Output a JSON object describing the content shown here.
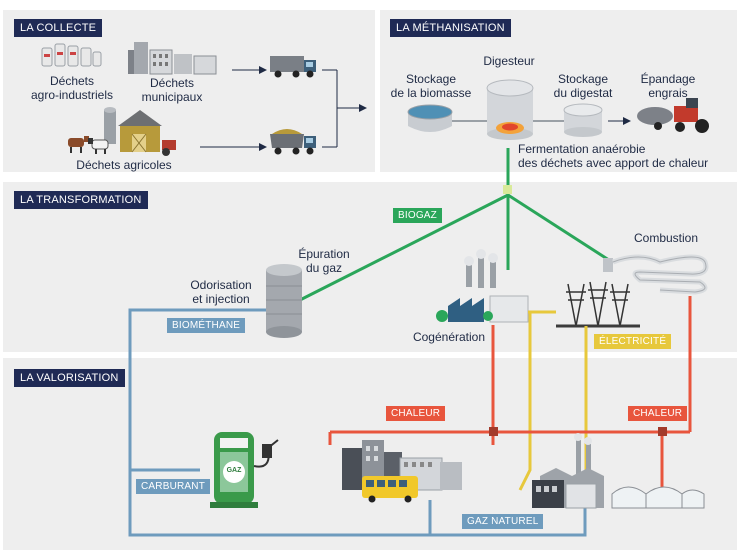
{
  "sections": {
    "collecte": "LA COLLECTE",
    "methanisation": "LA MÉTHANISATION",
    "transformation": "LA TRANSFORMATION",
    "valorisation": "LA VALORISATION"
  },
  "collecte": {
    "agro": "Déchets\nagro-industriels",
    "municipaux": "Déchets\nmunicipaux",
    "agricoles": "Déchets agricoles"
  },
  "methanisation": {
    "stockage_biomasse": "Stockage\nde la biomasse",
    "digesteur": "Digesteur",
    "stockage_digestat": "Stockage\ndu digestat",
    "epandage": "Épandage\nengrais",
    "fermentation": "Fermentation anaérobie\ndes déchets avec apport de chaleur"
  },
  "transformation": {
    "biogaz": "BIOGAZ",
    "epuration": "Épuration\ndu gaz",
    "odorisation": "Odorisation\net injection",
    "biomethane": "BIOMÉTHANE",
    "cogeneration": "Cogénération",
    "combustion": "Combustion",
    "electricite": "ÉLECTRICITÉ"
  },
  "valorisation": {
    "chaleur_1": "CHALEUR",
    "chaleur_2": "CHALEUR",
    "carburant": "CARBURANT",
    "gaz_naturel": "GAZ NATUREL",
    "pump_sign": "GAZ"
  },
  "colors": {
    "panel": "#eeeeee",
    "navy": "#1f2a55",
    "biogaz": "#2aa65a",
    "biomethane": "#6e9bbd",
    "electricite": "#e7c83c",
    "chaleur": "#e8553d"
  }
}
